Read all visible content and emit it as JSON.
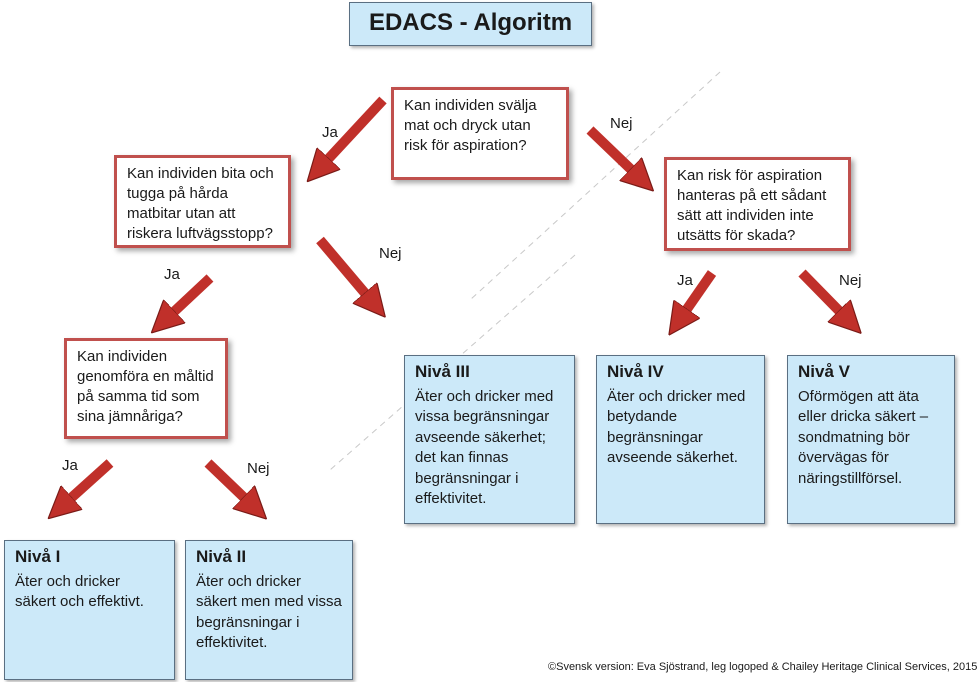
{
  "title": "EDACS - Algoritm",
  "questions": {
    "q_swallow": "Kan individen svälja mat och dryck utan risk för aspiration?",
    "q_bite": "Kan individen bita och tugga på hårda matbitar utan att riskera luftvägsstopp?",
    "q_risk": "Kan risk för aspiration hanteras på ett sådant sätt att individen inte utsätts för skada?",
    "q_meal": "Kan individen genomföra en måltid på samma tid som sina jämnåriga?"
  },
  "labels": {
    "ja": "Ja",
    "nej": "Nej"
  },
  "levels": [
    {
      "title": "Nivå I",
      "text": "Äter och dricker säkert och effektivt."
    },
    {
      "title": "Nivå II",
      "text": "Äter och dricker säkert men med vissa begränsningar i effektivitet."
    },
    {
      "title": "Nivå III",
      "text": "Äter och dricker med vissa begränsningar avseende säkerhet; det kan finnas begränsningar i effektivitet."
    },
    {
      "title": "Nivå IV",
      "text": "Äter och dricker med betydande begränsningar avseende säkerhet."
    },
    {
      "title": "Nivå V",
      "text": "Oförmögen att äta eller dricka säkert – sondmatning bör övervägas för näringstillförsel."
    }
  ],
  "footer": "©Svensk version: Eva Sjöstrand, leg logoped & Chailey Heritage Clinical Services, 2015",
  "colors": {
    "arrow": "#c0302a",
    "question_border": "#c0504d",
    "level_fill": "#cce9f9"
  }
}
